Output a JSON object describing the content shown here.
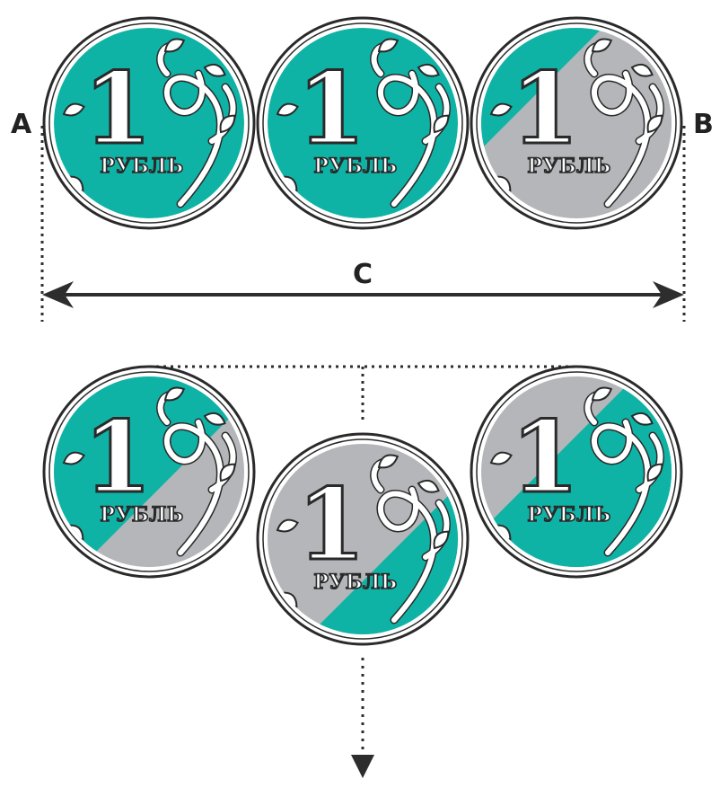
{
  "labels": {
    "a": "A",
    "b": "B",
    "c": "C"
  },
  "coin": {
    "denomination": "1",
    "word": "РУБЛЬ"
  },
  "colors": {
    "teal": "#0fb3a6",
    "silver": "#b4b6b9",
    "outline": "#2a2a2a",
    "arrow": "#2d2d2d"
  },
  "coins": [
    {
      "id": "top-left",
      "fill": "teal"
    },
    {
      "id": "top-middle",
      "fill": "teal"
    },
    {
      "id": "top-right",
      "fill": "split",
      "silver_side": "lower-left"
    },
    {
      "id": "bottom-left",
      "fill": "split",
      "silver_side": "lower-right"
    },
    {
      "id": "bottom-middle",
      "fill": "split",
      "silver_side": "upper-left"
    },
    {
      "id": "bottom-right",
      "fill": "split",
      "silver_side": "upper-left"
    }
  ]
}
